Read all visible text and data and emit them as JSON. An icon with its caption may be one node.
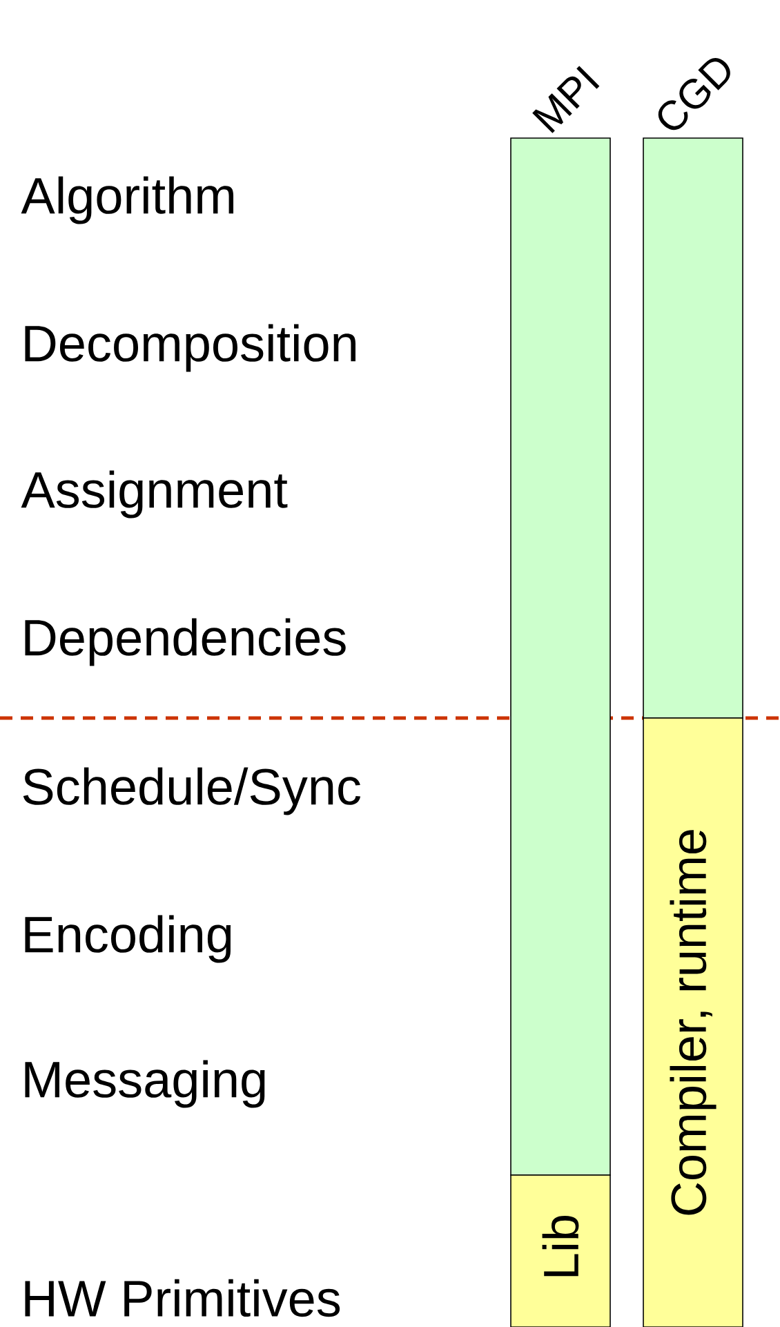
{
  "diagram": {
    "nodes": [
      {
        "text": [
          "MPI"
        ]
      },
      {
        "text": [
          "Lib"
        ]
      },
      {
        "text": [
          "CGD"
        ]
      },
      {
        "text": [
          "Compiler, runtime"
        ]
      }
    ],
    "labels": [
      "Algorithm",
      "Decomposition",
      "Assignment",
      "Dependencies",
      "Schedule/Sync",
      "Encoding",
      "Messaging",
      "HW Primitives"
    ]
  }
}
